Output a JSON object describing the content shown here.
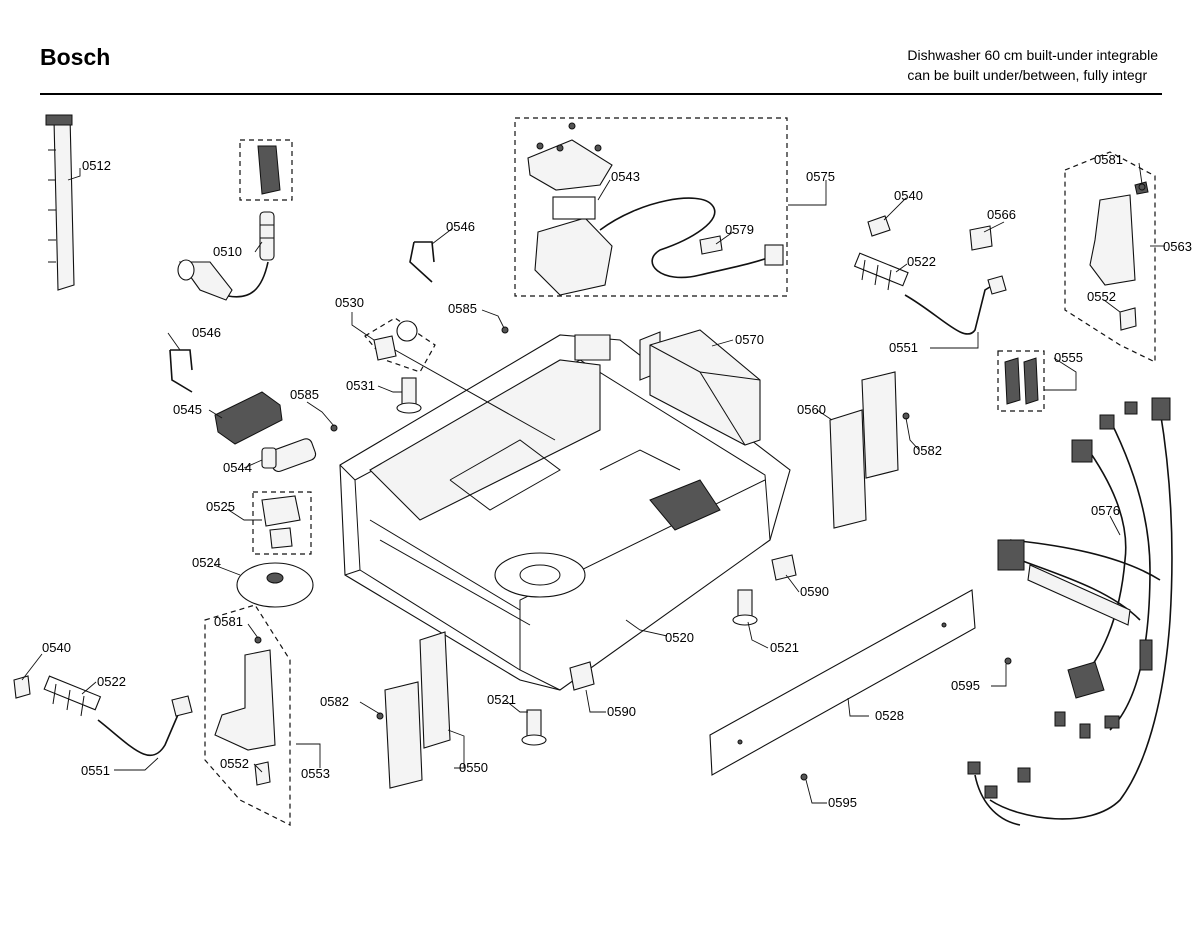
{
  "header": {
    "brand": "Bosch",
    "description_line1": "Dishwasher 60 cm built-under integrable",
    "description_line2": "can be built under/between, fully integr"
  },
  "labels": {
    "p0512": "0512",
    "p0510": "0510",
    "p0546a": "0546",
    "p0546b": "0546",
    "p0543": "0543",
    "p0575": "0575",
    "p0579": "0579",
    "p0540a": "0540",
    "p0566": "0566",
    "p0581a": "0581",
    "p0563": "0563",
    "p0522a": "0522",
    "p0552a": "0552",
    "p0551a": "0551",
    "p0555": "0555",
    "p0530": "0530",
    "p0585a": "0585",
    "p0570": "0570",
    "p0531": "0531",
    "p0545": "0545",
    "p0585b": "0585",
    "p0560": "0560",
    "p0582a": "0582",
    "p0544": "0544",
    "p0525": "0525",
    "p0576": "0576",
    "p0524": "0524",
    "p0590a": "0590",
    "p0581b": "0581",
    "p0520": "0520",
    "p0521a": "0521",
    "p0540b": "0540",
    "p0522b": "0522",
    "p0595a": "0595",
    "p0582b": "0582",
    "p0521b": "0521",
    "p0590b": "0590",
    "p0528": "0528",
    "p0551b": "0551",
    "p0552b": "0552",
    "p0553": "0553",
    "p0550": "0550",
    "p0595b": "0595"
  }
}
